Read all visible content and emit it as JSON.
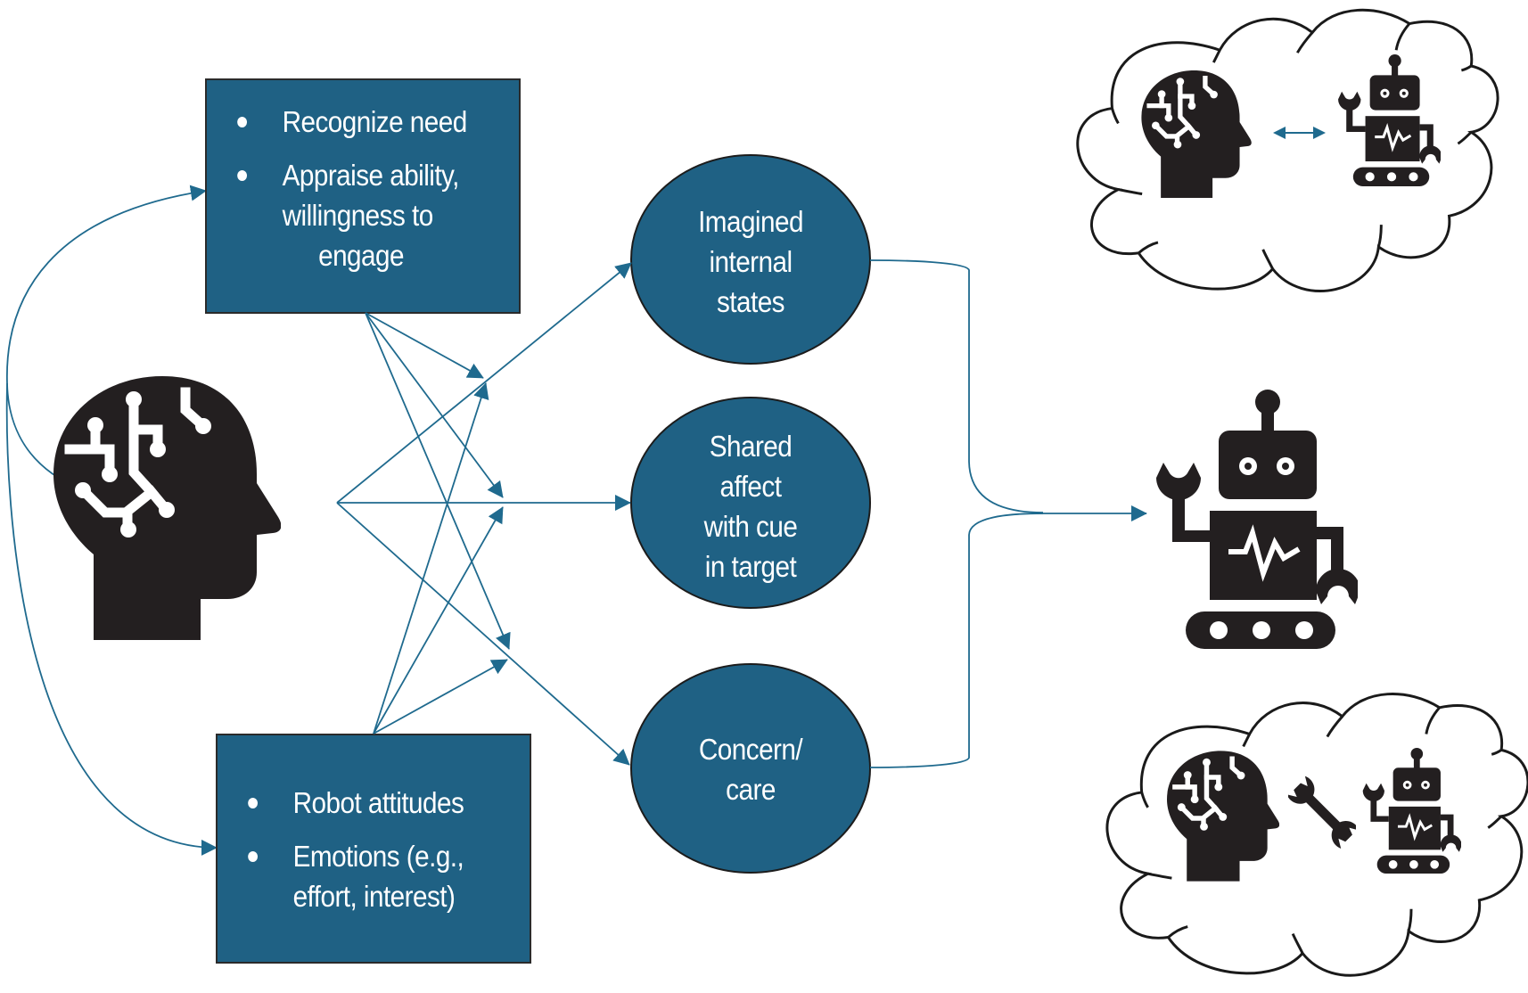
{
  "diagram": {
    "colors": {
      "box_fill": "#1f6184",
      "box_border": "#2b2b2b",
      "arrow": "#1f6a8e",
      "icon": "#231f20",
      "cloud_stroke": "#1a1a1a",
      "text": "#ffffff"
    },
    "top_box": {
      "bullets": [
        {
          "lines": [
            "Recognize need"
          ]
        },
        {
          "lines": [
            "Appraise ability,",
            "willingness to",
            "engage"
          ]
        }
      ]
    },
    "bottom_box": {
      "bullets": [
        {
          "lines": [
            "Robot attitudes"
          ]
        },
        {
          "lines": [
            "Emotions (e.g.,",
            "effort, interest)"
          ]
        }
      ]
    },
    "ellipses": [
      {
        "lines": [
          "Imagined",
          "internal",
          "states"
        ]
      },
      {
        "lines": [
          "Shared",
          "affect",
          "with cue",
          "in target"
        ]
      },
      {
        "lines": [
          "Concern/",
          "care"
        ]
      }
    ],
    "icons": {
      "main_head": "human-head-circuit-icon",
      "main_robot": "robot-icon",
      "top_cloud": [
        "human-head-circuit-icon",
        "double-arrow-icon",
        "robot-icon"
      ],
      "bottom_cloud": [
        "human-head-circuit-icon",
        "wrench-icon",
        "robot-icon"
      ]
    }
  }
}
